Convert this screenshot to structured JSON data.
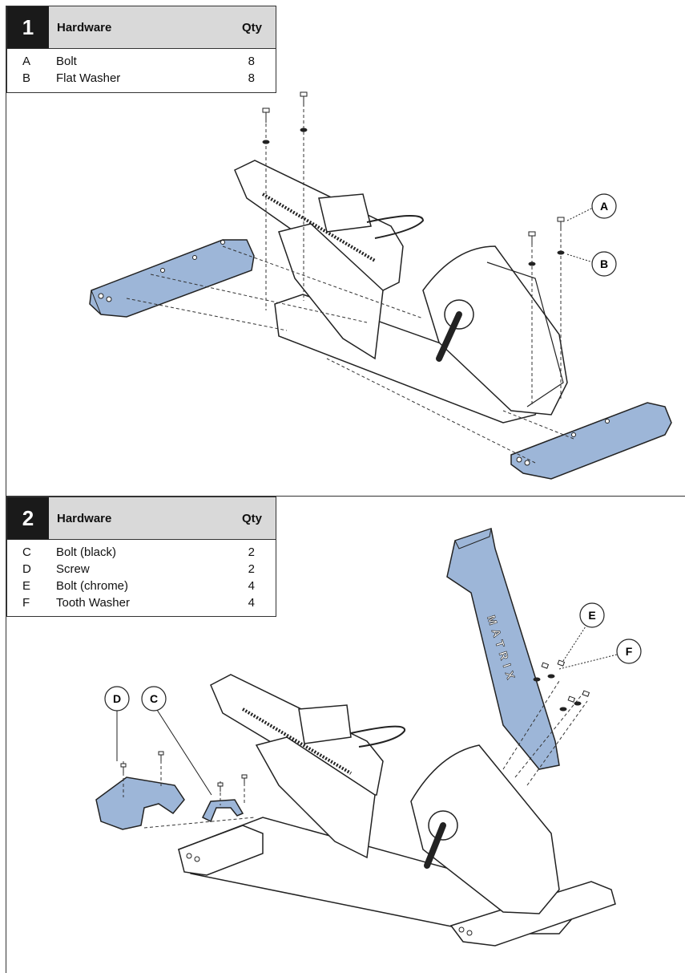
{
  "steps": [
    {
      "number": "1",
      "header": {
        "hardware": "Hardware",
        "qty": "Qty"
      },
      "items": [
        {
          "letter": "A",
          "name": "Bolt",
          "qty": "8"
        },
        {
          "letter": "B",
          "name": "Flat Washer",
          "qty": "8"
        }
      ],
      "callouts": [
        "A",
        "B"
      ]
    },
    {
      "number": "2",
      "header": {
        "hardware": "Hardware",
        "qty": "Qty"
      },
      "items": [
        {
          "letter": "C",
          "name": "Bolt (black)",
          "qty": "2"
        },
        {
          "letter": "D",
          "name": "Screw",
          "qty": "2"
        },
        {
          "letter": "E",
          "name": "Bolt (chrome)",
          "qty": "4"
        },
        {
          "letter": "F",
          "name": "Tooth Washer",
          "qty": "4"
        }
      ],
      "callouts": [
        "E",
        "F",
        "D",
        "C"
      ],
      "mast_brand": "MATRIX"
    }
  ],
  "colors": {
    "part_highlight": "#9db6d8",
    "outline": "#222222",
    "header_bg": "#d9d9d9",
    "step_badge": "#1a1a1a"
  }
}
